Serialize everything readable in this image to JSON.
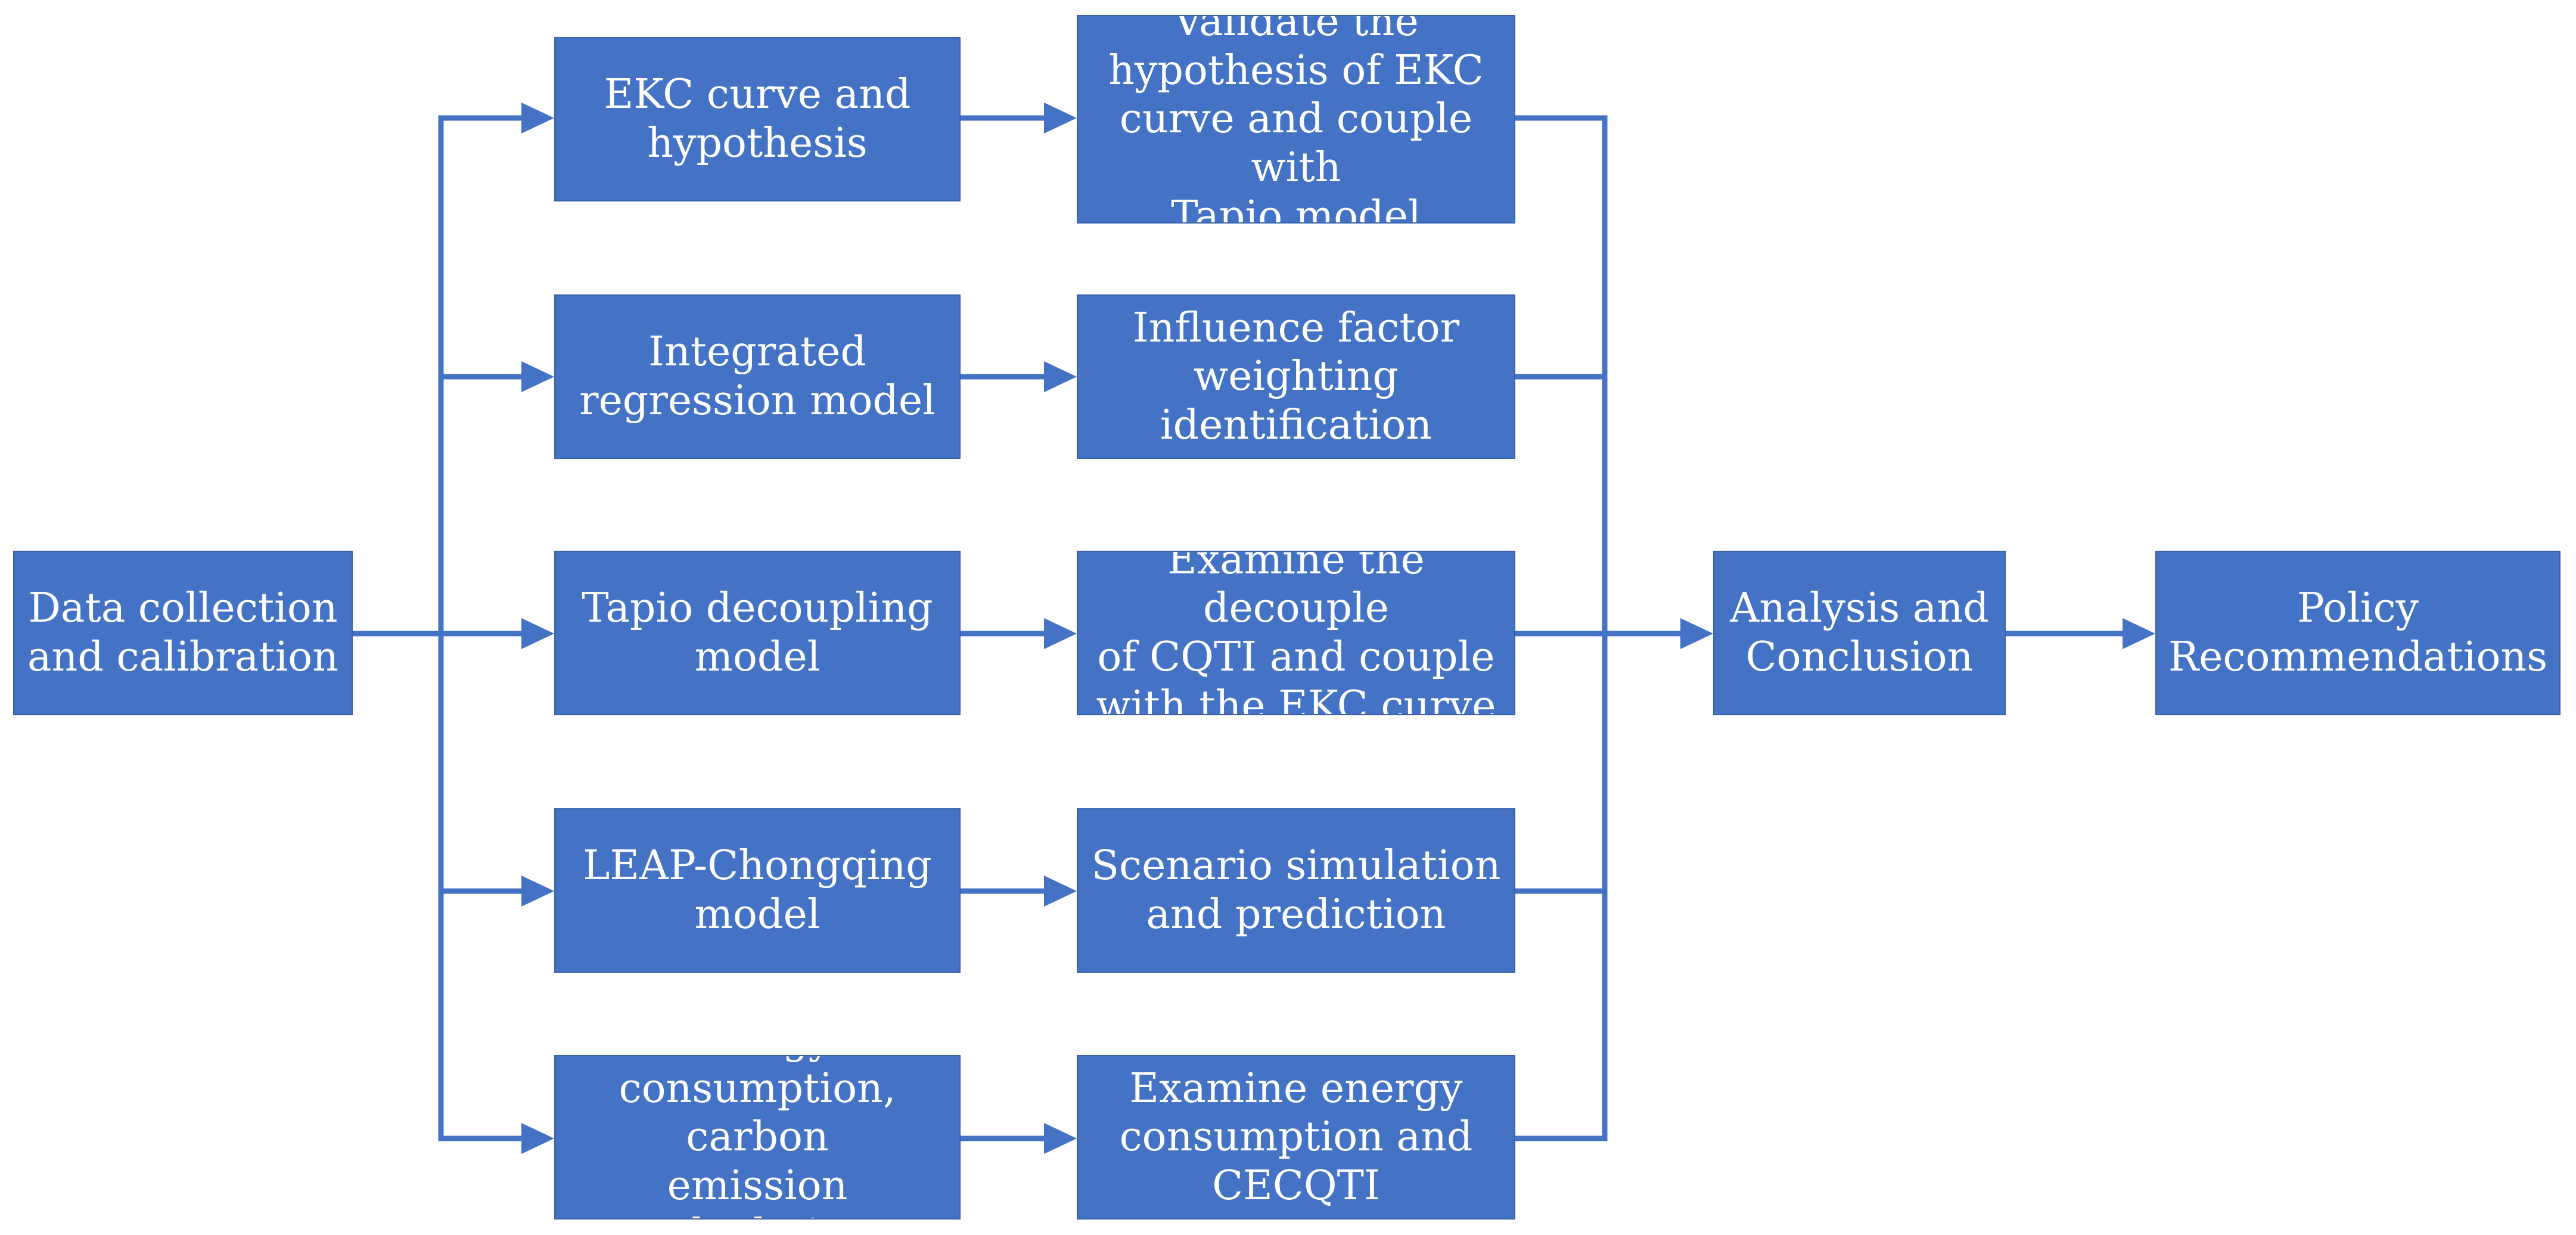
{
  "colors": {
    "box_fill": "#4472C4",
    "box_text": "#ffffff",
    "connector": "#4472C4"
  },
  "boxes": {
    "data_collection": "Data collection\nand calibration",
    "ekc_curve": "EKC curve and\nhypothesis",
    "regression": "Integrated\nregression model",
    "tapio": "Tapio decoupling\nmodel",
    "leap": "LEAP-Chongqing\nmodel",
    "energy_calc": "Energy\nconsumption, carbon\nemission calculation",
    "validate_ekc": "Validate the\nhypothesis of EKC\ncurve and couple with\nTapio model",
    "influence": "Influence factor\nweighting\nidentification",
    "examine_decouple": "Examine the decouple\nof CQTI and couple\nwith the EKC curve",
    "scenario": "Scenario simulation\nand prediction",
    "examine_energy": "Examine energy\nconsumption and\nCECQTI",
    "analysis": "Analysis and\nConclusion",
    "policy": "Policy\nRecommendations"
  }
}
